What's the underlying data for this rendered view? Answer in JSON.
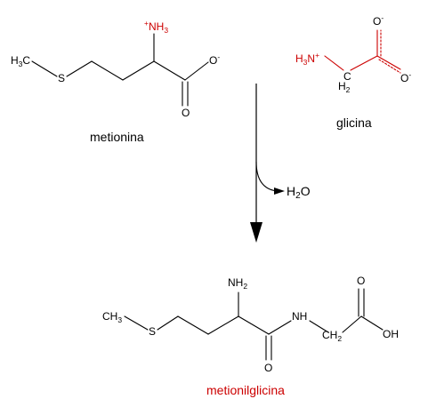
{
  "colors": {
    "bond": "#000000",
    "highlight": "#cc0000",
    "product_label": "#cc0000"
  },
  "labels": {
    "methionine": "metionina",
    "glycine": "glicina",
    "product": "metionilglicina",
    "water": "H",
    "water_sub": "2",
    "water_o": "O"
  },
  "methionine": {
    "ch3": "H",
    "ch3_sub": "3",
    "ch3_c": "C",
    "s": "S",
    "nh3_plus": "+",
    "nh3_n": "NH",
    "nh3_sub": "3",
    "o_top": "O",
    "o_charge": "-",
    "o_bottom": "O"
  },
  "glycine": {
    "h3n_h": "H",
    "h3n_sub": "3",
    "h3n_n": "N",
    "h3n_plus": "+",
    "ch2_c": "C",
    "ch2_h": "H",
    "ch2_sub": "2",
    "o_top": "O",
    "o_top_charge": "-",
    "o_right": "O",
    "o_right_charge": "-"
  },
  "product": {
    "ch3": "CH",
    "ch3_sub": "3",
    "s": "S",
    "nh2": "NH",
    "nh2_sub": "2",
    "nh": "NH",
    "ch2": "CH",
    "ch2_sub": "2",
    "o_amide": "O",
    "o_acid": "O",
    "oh": "OH"
  }
}
